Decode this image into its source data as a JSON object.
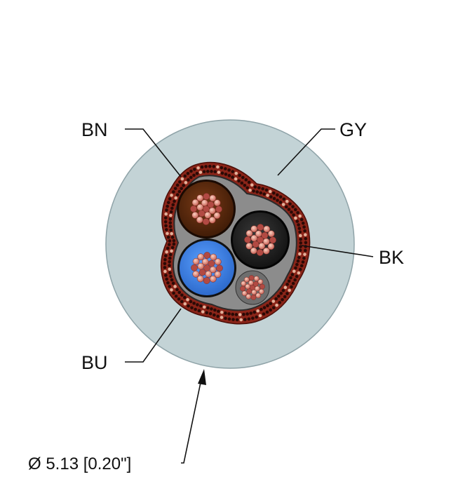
{
  "labels": {
    "bn": "BN",
    "gy": "GY",
    "bk": "BK",
    "bu": "BU"
  },
  "dimension": {
    "text": "Ø 5.13 [0.20\"]"
  },
  "colors": {
    "jacket": "#c3d3d6",
    "jacket_edge": "#8fa3a8",
    "shield": "#7a1c14",
    "shield_light": "#c26a55",
    "shield_hole": "#2a0a06",
    "filler": "#8c8c8c",
    "brown_insulation": "#5b2a10",
    "blue_insulation": "#3a7fe0",
    "black_insulation": "#222222",
    "copper": "#e7a08b",
    "copper_dark": "#b24a43"
  }
}
